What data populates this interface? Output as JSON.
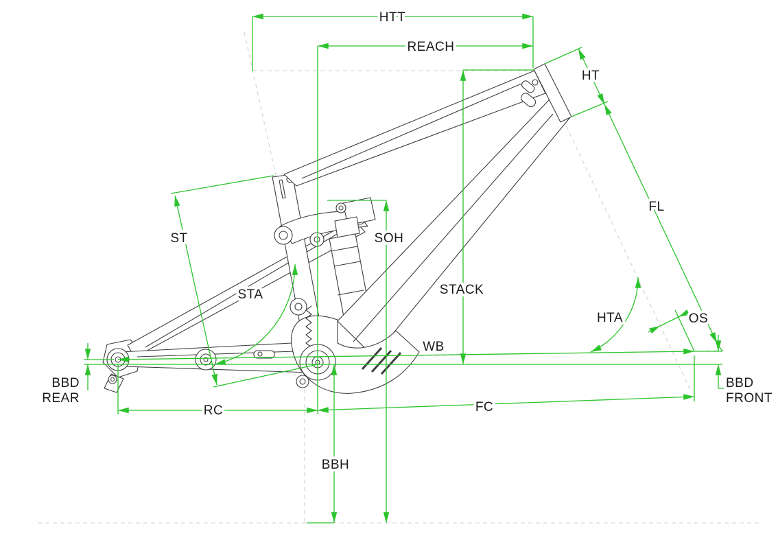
{
  "diagram": {
    "type": "bike-frame-geometry",
    "background": "#ffffff",
    "colors": {
      "dimension_line": "#2cc32c",
      "reference_line": "#d2d2d2",
      "frame_outline": "#3e3e3e",
      "label_text": "#1c1c1c"
    },
    "labels": {
      "htt": "HTT",
      "reach": "REACH",
      "ht": "HT",
      "fl": "FL",
      "st": "ST",
      "sta": "STA",
      "soh": "SOH",
      "stack": "STACK",
      "hta": "HTA",
      "os": "OS",
      "wb": "WB",
      "rc": "RC",
      "fc": "FC",
      "bbh": "BBH",
      "bbd_rear": [
        "BBD",
        "REAR"
      ],
      "bbd_front": [
        "BBD",
        "FRONT"
      ]
    }
  }
}
